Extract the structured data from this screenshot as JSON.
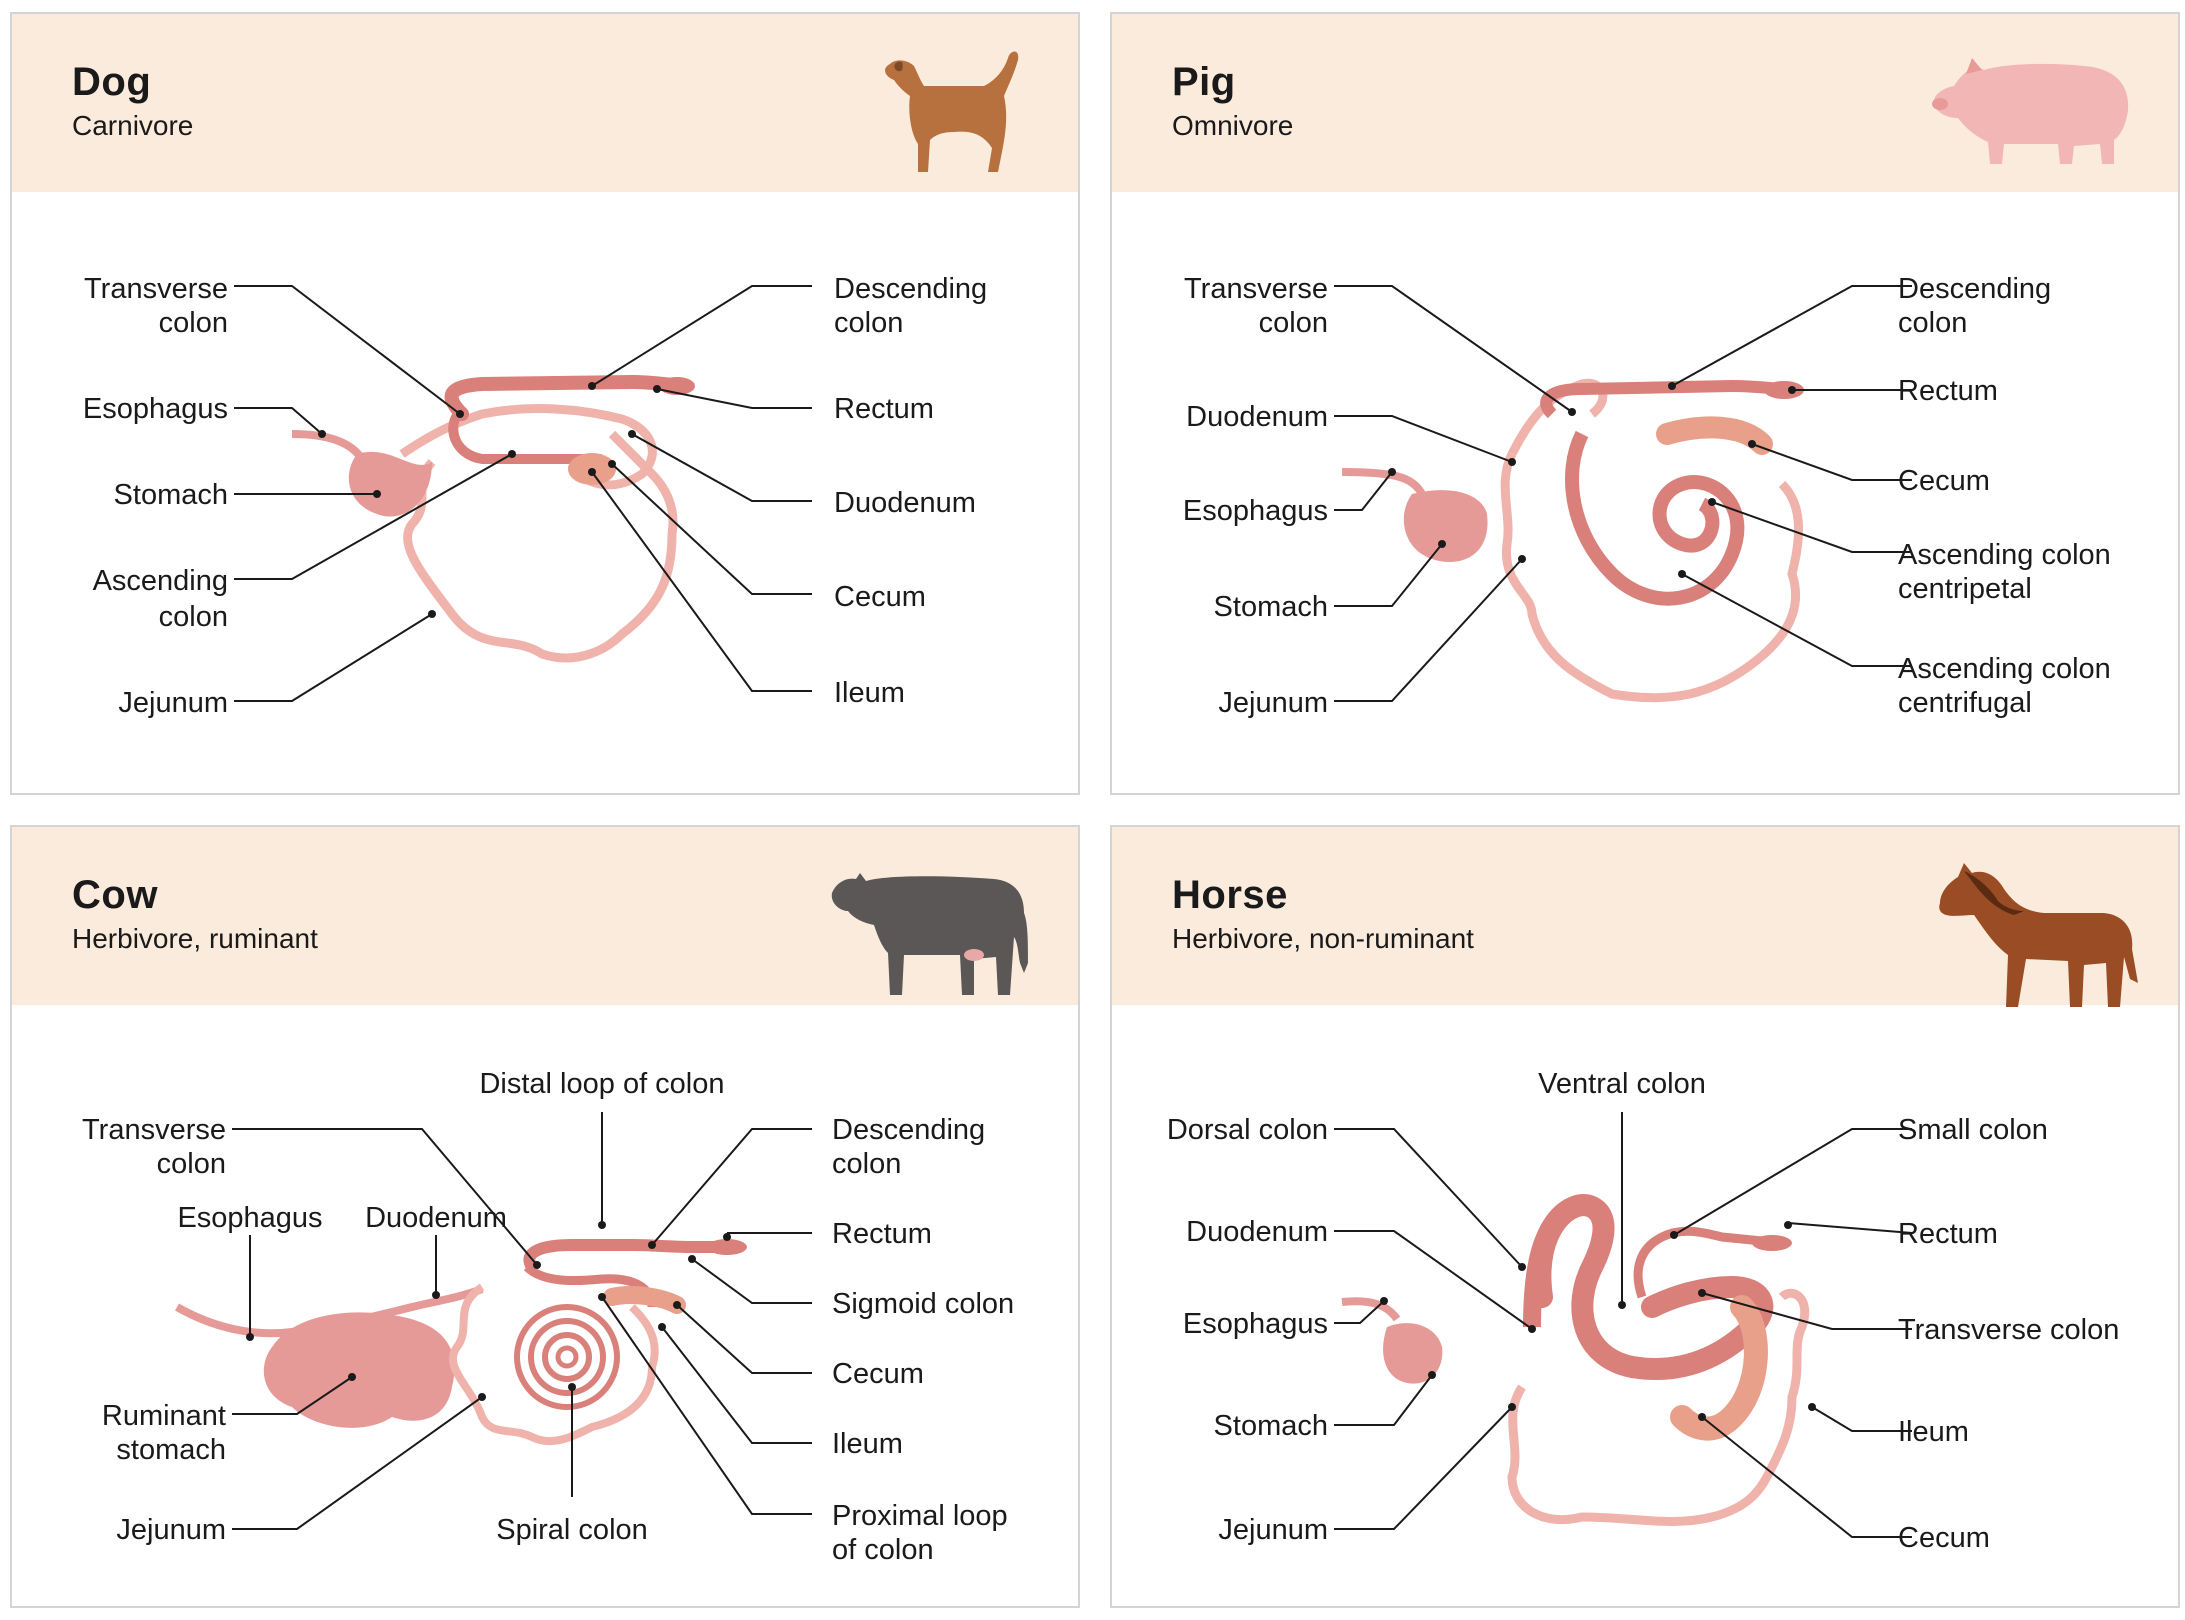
{
  "panels": {
    "dog": {
      "title": "Dog",
      "subtitle": "Carnivore",
      "labels": {
        "transverse_1": "Transverse",
        "transverse_2": "colon",
        "esophagus": "Esophagus",
        "stomach": "Stomach",
        "ascending_1": "Ascending",
        "ascending_2": "colon",
        "jejunum": "Jejunum",
        "descending_1": "Descending",
        "descending_2": "colon",
        "rectum": "Rectum",
        "duodenum": "Duodenum",
        "cecum": "Cecum",
        "ileum": "Ileum"
      }
    },
    "pig": {
      "title": "Pig",
      "subtitle": "Omnivore",
      "labels": {
        "transverse_1": "Transverse",
        "transverse_2": "colon",
        "duodenum": "Duodenum",
        "esophagus": "Esophagus",
        "stomach": "Stomach",
        "jejunum": "Jejunum",
        "descending_1": "Descending",
        "descending_2": "colon",
        "rectum": "Rectum",
        "cecum": "Cecum",
        "asc_centripetal_1": "Ascending colon",
        "asc_centripetal_2": "centripetal",
        "asc_centrifugal_1": "Ascending colon",
        "asc_centrifugal_2": "centrifugal"
      }
    },
    "cow": {
      "title": "Cow",
      "subtitle": "Herbivore, ruminant",
      "labels": {
        "distal_loop": "Distal loop of colon",
        "transverse_1": "Transverse",
        "transverse_2": "colon",
        "esophagus": "Esophagus",
        "duodenum": "Duodenum",
        "ruminant_1": "Ruminant",
        "ruminant_2": "stomach",
        "jejunum": "Jejunum",
        "spiral": "Spiral colon",
        "descending_1": "Descending",
        "descending_2": "colon",
        "rectum": "Rectum",
        "sigmoid": "Sigmoid colon",
        "cecum": "Cecum",
        "ileum": "Ileum",
        "proximal_1": "Proximal loop",
        "proximal_2": "of colon"
      }
    },
    "horse": {
      "title": "Horse",
      "subtitle": "Herbivore, non-ruminant",
      "labels": {
        "ventral": "Ventral colon",
        "dorsal": "Dorsal colon",
        "duodenum": "Duodenum",
        "esophagus": "Esophagus",
        "stomach": "Stomach",
        "jejunum": "Jejunum",
        "small_colon": "Small colon",
        "rectum": "Rectum",
        "transverse": "Transverse colon",
        "ileum": "Ileum",
        "cecum": "Cecum"
      }
    }
  },
  "colors": {
    "header_bg": "#fbebdd",
    "intestine": "#f0b3ac",
    "intestine_dark": "#d9807a",
    "stomach": "#e59a98",
    "cecum": "#e9a08a",
    "dog": "#b7713f",
    "pig": "#f2b7b5",
    "cow": "#5b5757",
    "horse": "#9a4d24"
  }
}
